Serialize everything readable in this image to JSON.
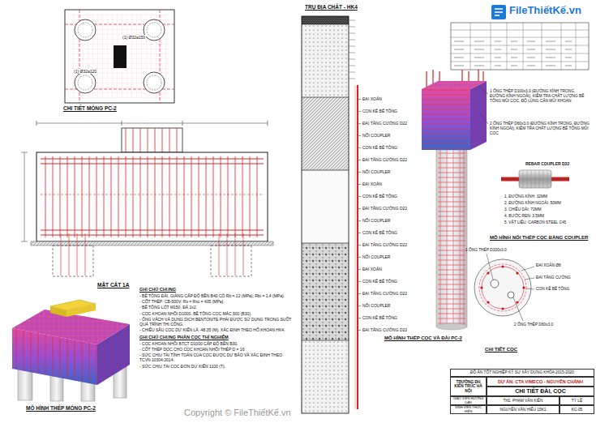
{
  "diagram": {
    "nodes": [
      {
        "text": [
          "ĐỒ ÁN TỐT NGHIỆP KỸ SƯ XÂY DỰNG KHÓA 2015-2020"
        ]
      },
      {
        "text": [
          "TRƯỜNG ĐH KIẾN TRÚC HÀ NỘI"
        ]
      },
      {
        "text": [
          "DỰ ÁN: CTA VIMECO - NGUYỄN CHÁNH"
        ]
      },
      {
        "text": [
          "CHI TIẾT ĐÀI, CỌC"
        ]
      },
      {
        "text": [
          "GIÁO VIÊN HƯỚNG DẪN"
        ]
      },
      {
        "text": [
          "ThS. PHẠM VĂN KIÊN"
        ]
      },
      {
        "text": [
          "TỶ LỆ"
        ]
      },
      {
        "text": [
          "SINH VIÊN THỰC HIỆN"
        ]
      },
      {
        "text": [
          "NGUYỄN VĂN HIẾU 15K1"
        ]
      },
      {
        "text": [
          "KC-05"
        ]
      }
    ],
    "labels": [
      "FileThiếtKế.vn",
      "CHI TIẾT MÓNG PC-2",
      "(1) Ø32a150",
      "(1) Ø32a120",
      "MẶT CẮT 1A",
      "MÔ HÌNH THÉP MÓNG PC-2",
      "GHI CHÚ CHUNG",
      "- BÊ TÔNG ĐÀI, GIẰNG CẤP ĐỘ BỀN B40 CÓ Rb = 22 (MPa); Rbt = 1.4 (MPa).",
      "- CỐT THÉP: CB-500V; Rs = Rsc = 435 (MPa).",
      "- BÊ TÔNG LÓT M150, ĐÁ 1x2.",
      "- CỌC KHOAN NHỒI D1000, BÊ TÔNG CỌC MÁC 500 (B30).",
      "- ỐNG VÁCH VÀ DUNG DỊCH BENTONITE PHẢI ĐƯỢC SỬ DỤNG TRONG SUỐT QUÁ TRÌNH THI CÔNG.",
      "- CHIỀU SÂU CỌC DỰ KIẾN LÀ -48.35 (M), XÁC ĐỊNH THEO HỐ KHOAN HK4.",
      "GHI CHÚ CHUNG PHẦN CỌC THÍ NGHIỆM",
      "- CỌC KHOAN NHỒI BTCT D1000 CẤP ĐỘ BỀN B30.",
      "- CỐT THÉP DỌC CHO CỌC KHOAN NHỒI THÉP D = 16",
      "- SỨC CHỊU TẢI TÍNH TOÁN CỦA CỌC ĐƯỢC DỰ BÁO VÀ XÁC ĐỊNH THEO TCVN 10304:2014.",
      "- SỨC CHỊU TẢI CỌC ĐƠN DỰ KIẾN 1100 (T).",
      "TRỤ ĐỊA CHẤT - HK4",
      "ĐAI XOẮN",
      "CON KÊ BÊ TÔNG",
      "ĐAI TĂNG CƯỜNG D22",
      "NỐI COUPLER",
      "CON KÊ BÊ TÔNG",
      "ĐAI TĂNG CƯỜNG D22",
      "NỐI COUPLER",
      "ĐAI XOẮN",
      "CON KÊ BÊ TÔNG",
      "ĐAI TĂNG CƯỜNG D22",
      "NỐI COUPLER",
      "CON KÊ BÊ TÔNG",
      "ĐAI TĂNG CƯỜNG D22",
      "NỐI COUPLER",
      "ĐAI XOẮN",
      "CON KÊ BÊ TÔNG",
      "ĐAI TĂNG CƯỜNG D22",
      "NỐI COUPLER",
      "CON KÊ BÊ TÔNG",
      "ĐAI TĂNG CƯỜNG D22",
      "1 ỐNG THÉP D100x3.0 (ĐƯỜNG KÍNH TRONG, ĐƯỜNG KÍNH NGOÀI), KIỂM TRA CHẤT LƯỢNG BÊ TÔNG MŨI CỌC, ĐỘ LÚNG CẶN MŨI KHOAN",
      "2 ỐNG THÉP D60x3.0 (ĐƯỜNG KÍNH TRONG, ĐƯỜNG KÍNH NGOÀI), KIỂM TRA CHẤT LƯỢNG BÊ TÔNG MŨI CỌC",
      "REBAR COUPLER D32",
      "1. ĐƯỜNG KÍNH: 32MM",
      "2. ĐƯỜNG KÍNH NGOÀI: 50MM",
      "3. CHIỀU DÀI: 72MM",
      "4. BƯỚC REN: 3.5MM",
      "5. VẬT LIỆU: CARBON STEEL C45",
      "MÔ HÌNH NỐI THÉP CỌC BẰNG COUPLER",
      "MÔ HÌNH THÉP CỌC VÀ ĐÀI PC-2",
      "1 ỐNG THÉP D100x3.0",
      "ĐAI XOẮN Ø8",
      "ĐAI TĂNG CƯỜNG",
      "CON KÊ BÊ TÔNG",
      "2 ỐNG THÉP D60x3.0",
      "CHI TIẾT CỌC",
      "Copyright © FileThiếtKế.vn"
    ]
  }
}
